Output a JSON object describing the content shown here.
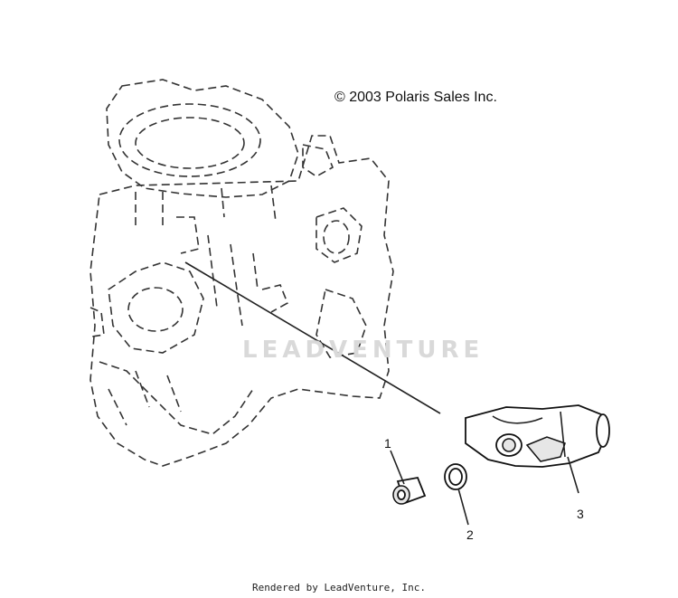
{
  "copyright": "© 2003 Polaris Sales Inc.",
  "watermark": "LEADVENTURE",
  "callouts": {
    "c1": "1",
    "c2": "2",
    "c3": "3"
  },
  "footer": "Rendered by LeadVenture, Inc."
}
